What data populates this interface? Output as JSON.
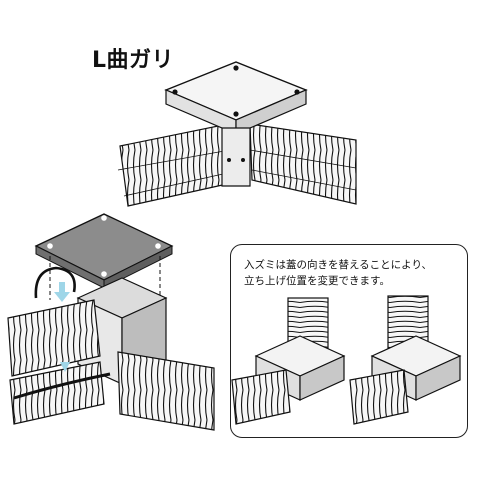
{
  "title": "L曲ガリ",
  "note": {
    "line1": "入ズミは蓋の向きを替えることにより、",
    "line2": "立ち上げ位置を変更できます。"
  },
  "colors": {
    "line": "#111111",
    "box_light": "#f4f4f4",
    "box_mid": "#d9d9d9",
    "box_dark": "#8f8f8f",
    "lid_dark": "#8a8a8a"
  },
  "illustrations": [
    "l-bend-box-with-conduits",
    "exploded-lid-assembly",
    "raised-outlet-variant-1",
    "raised-outlet-variant-2"
  ]
}
